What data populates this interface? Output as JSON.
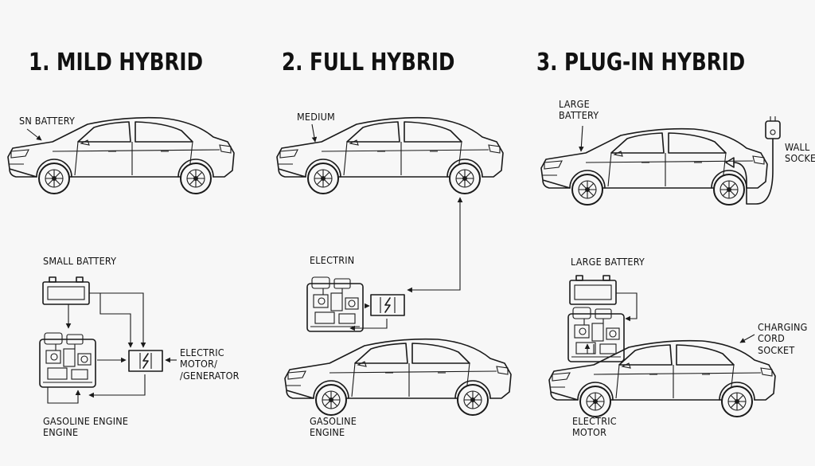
{
  "panels": [
    {
      "title": "1. MILD HYBRID",
      "car_label": "SN BATTERY",
      "battery_label": "SMALL BATTERY",
      "motor_label": "ELECTRIC\nMOTOR/\n/GENERATOR",
      "engine_label": "GASOLINE ENGINE\nENGINE"
    },
    {
      "title": "2. FULL HYBRID",
      "car_label": "MEDIUM",
      "battery_label": "ELECTRIN",
      "engine_label": "GASOLINE\nENGINE"
    },
    {
      "title": "3. PLUG-IN HYBRID",
      "car_label": "LARGE\nBATTERY",
      "socket_label": "WALL\nSOCKE",
      "battery_label": "LARGE BATTERY",
      "cord_label": "CHARGING\nCORD SOCKET",
      "motor_label": "ELECTRIC\nMOTOR"
    }
  ]
}
